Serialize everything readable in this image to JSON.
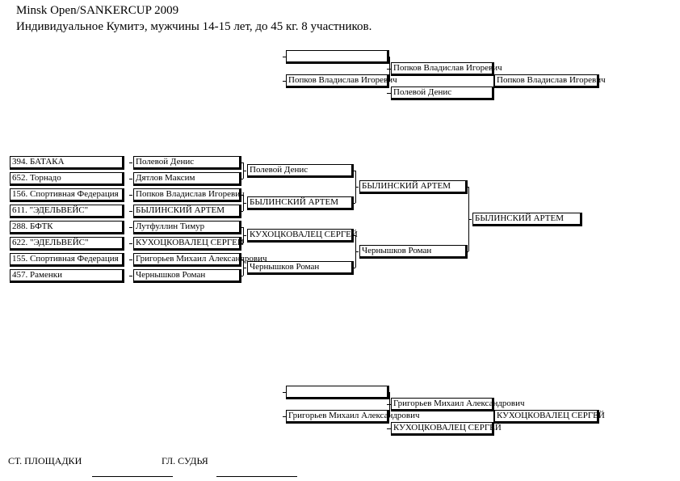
{
  "header": {
    "title": "Minsk Open/SANKERCUP 2009",
    "subtitle": "Индивидуальное Кумитэ, мужчины 14-15 лет, до  45 кг. 8 участников."
  },
  "clubs": [
    "394. БАТАКА",
    "652. Торнадо",
    "156. Спортивная Федерация",
    "611. \"ЭДЕЛЬВЕЙС\"",
    "288. БФТК",
    "622. \"ЭДЕЛЬВЕЙС\"",
    "155. Спортивная Федерация",
    "457. Раменки"
  ],
  "round1": [
    "Полевой Денис",
    "Дятлов Максим",
    "Попков Владислав Игоревич",
    "БЫЛИНСКИЙ АРТЕМ",
    "Лутфуллин Тимур",
    "КУХОЦКОВАЛЕЦ СЕРГЕЙ",
    "Григорьев Михаил Александрович",
    "Чернышков Роман"
  ],
  "quarterfinal": [
    "Полевой Денис",
    "БЫЛИНСКИЙ АРТЕМ",
    "КУХОЦКОВАЛЕЦ СЕРГЕЙ",
    "Чернышков Роман"
  ],
  "semifinal": [
    "БЫЛИНСКИЙ АРТЕМ",
    "Чернышков Роман"
  ],
  "final": "БЫЛИНСКИЙ АРТЕМ",
  "repechage_top": {
    "empty": "",
    "entrant": "Попков Владислав Игоревич",
    "match_a": "Попков Владислав Игоревич",
    "match_b": "Полевой Денис",
    "winner": "Попков Владислав Игоревич"
  },
  "repechage_bottom": {
    "empty": "",
    "entrant": "Григорьев Михаил Александрович",
    "match_a": "Григорьев Михаил Александрович",
    "match_b": "КУХОЦКОВАЛЕЦ СЕРГЕЙ",
    "winner": "КУХОЦКОВАЛЕЦ СЕРГЕЙ"
  },
  "footer": {
    "site_chief": "СТ. ПЛОЩАДКИ",
    "head_judge": "ГЛ. СУДЬЯ"
  }
}
